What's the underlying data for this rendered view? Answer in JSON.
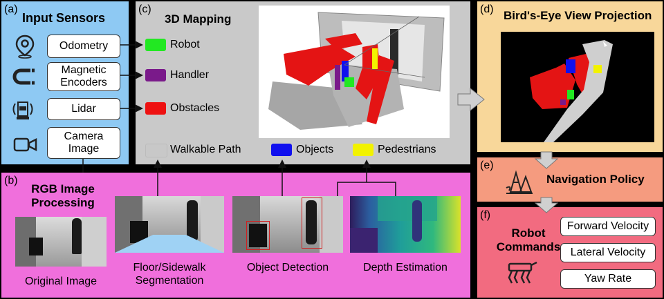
{
  "panel_a": {
    "tag": "(a)",
    "title": "Input Sensors",
    "items": [
      "Odometry",
      "Magnetic Encoders",
      "Lidar",
      "Camera Image"
    ]
  },
  "panel_b": {
    "tag": "(b)",
    "title": "RGB Image Processing",
    "captions": [
      "Original Image",
      "Floor/Sidewalk Segmentation",
      "Object Detection",
      "Depth Estimation"
    ]
  },
  "panel_c": {
    "tag": "(c)",
    "title": "3D Mapping",
    "legend": [
      {
        "label": "Robot",
        "color": "#22e822"
      },
      {
        "label": "Handler",
        "color": "#7a1a8a"
      },
      {
        "label": "Obstacles",
        "color": "#ee1111"
      },
      {
        "label": "Walkable Path",
        "color": "#c8c8c8"
      },
      {
        "label": "Objects",
        "color": "#1010ee"
      },
      {
        "label": "Pedestrians",
        "color": "#f2f200"
      }
    ]
  },
  "panel_d": {
    "tag": "(d)",
    "title": "Bird's-Eye View Projection"
  },
  "panel_e": {
    "tag": "(e)",
    "title": "Navigation Policy"
  },
  "panel_f": {
    "tag": "(f)",
    "title": "Robot Commands",
    "commands": [
      "Forward Velocity",
      "Lateral Velocity",
      "Yaw Rate"
    ]
  },
  "colors": {
    "a": "#8ec9f3",
    "b": "#f06fdc",
    "c": "#c9c9c9",
    "d": "#f8d79a",
    "e": "#f59b7f",
    "f": "#f26b80"
  }
}
